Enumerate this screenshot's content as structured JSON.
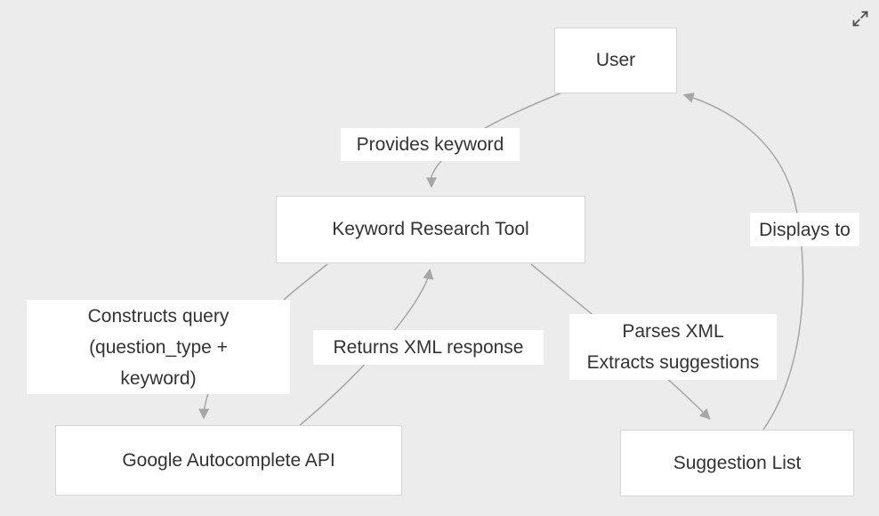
{
  "diagram": {
    "nodes": {
      "user": {
        "label": "User"
      },
      "keyword_research_tool": {
        "label": "Keyword Research Tool"
      },
      "google_autocomplete_api": {
        "label": "Google Autocomplete API"
      },
      "suggestion_list": {
        "label": "Suggestion List"
      }
    },
    "edges": {
      "provides_keyword": {
        "from": "user",
        "to": "keyword_research_tool",
        "label": "Provides keyword"
      },
      "constructs_query": {
        "from": "keyword_research_tool",
        "to": "google_autocomplete_api",
        "label": "Constructs query (question_type + keyword)",
        "lines": [
          "Constructs query",
          "(question_type +",
          "keyword)"
        ]
      },
      "returns_xml_response": {
        "from": "google_autocomplete_api",
        "to": "keyword_research_tool",
        "label": "Returns XML response"
      },
      "parses_xml": {
        "from": "keyword_research_tool",
        "to": "suggestion_list",
        "label": "Parses XML Extracts suggestions",
        "lines": [
          "Parses XML",
          "Extracts suggestions"
        ]
      },
      "displays_to": {
        "from": "suggestion_list",
        "to": "user",
        "label": "Displays to"
      }
    },
    "colors": {
      "background": "#ececec",
      "node_fill": "#ffffff",
      "node_border": "#d6d6d6",
      "edge_stroke": "#a6a6a6",
      "text": "#333333"
    }
  },
  "controls": {
    "expand_icon": "expand"
  }
}
